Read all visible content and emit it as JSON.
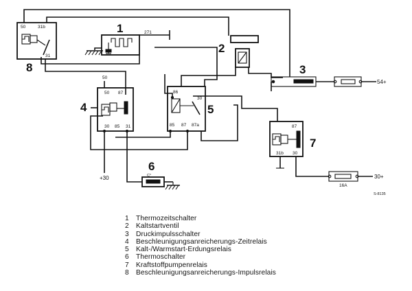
{
  "components": [
    {
      "no": "1",
      "name": "Thermozeitschalter"
    },
    {
      "no": "2",
      "name": "Kaltstartventil"
    },
    {
      "no": "3",
      "name": "Druckimpulsschalter"
    },
    {
      "no": "4",
      "name": "Beschleunigungsanreicherungs-Zeitrelais"
    },
    {
      "no": "5",
      "name": "Kalt-/Warmstart-Erdungsrelais"
    },
    {
      "no": "6",
      "name": "Thermoschalter"
    },
    {
      "no": "7",
      "name": "Kraftstoffpumpenrelais"
    },
    {
      "no": "8",
      "name": "Beschleunigungsanreicherungs-Impulsrelais"
    }
  ],
  "pins": {
    "c8_50": "50",
    "c8_31b": "31b",
    "c8_31": "31",
    "c1_271": "271",
    "c4_top50": "50",
    "c4_50": "50",
    "c4_87": "87",
    "c4_30": "30",
    "c4_85": "85",
    "c4_31": "31",
    "c5_86": "86",
    "c5_30": "30",
    "c5_85": "85",
    "c5_87": "87",
    "c5_87a": "87a",
    "c7_87": "87",
    "c7_31b": "31b",
    "c7_30": "30",
    "c6_c": "C°"
  },
  "supplies": {
    "s54": "54+",
    "s30_bottom": "+30",
    "s30_right": "30+"
  },
  "fuse": "16A",
  "figure_code": "S-8135"
}
